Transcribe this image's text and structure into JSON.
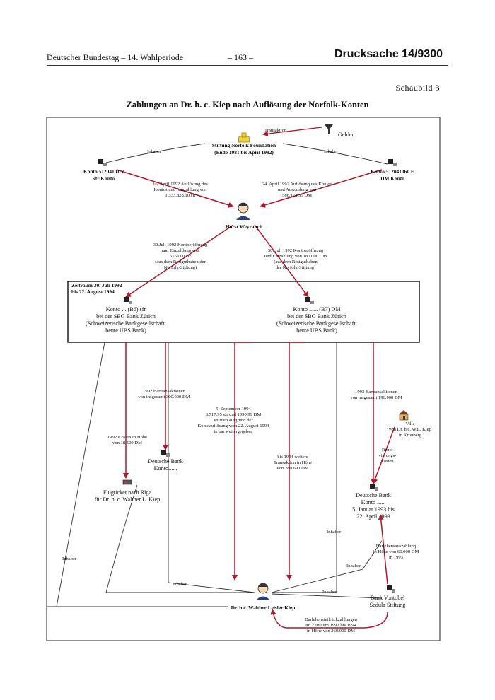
{
  "header": {
    "left": "Deutscher Bundestag – 14. Wahlperiode",
    "center": "– 163 –",
    "right": "Drucksache 14/9300"
  },
  "schaubild": "Schaubild 3",
  "title": "Zahlungen an Dr. h. c. Kiep nach Auflösung der Norfolk-Konten",
  "colors": {
    "red": "#b0172b",
    "line": "#333333"
  },
  "nodes": {
    "gelder": "Gelder",
    "stiftung": [
      "Stiftung Norfolk Foundation",
      "(Ende 1981 bis April 1992)"
    ],
    "konto_sfr": [
      "Konto 51204101 Y",
      "sfr Konto"
    ],
    "konto_dm": [
      "Konto 512041060 E",
      "DM Konto"
    ],
    "weyrauch": "Horst Weyrauch",
    "box_period": [
      "Zeitraum 30. Juli 1992",
      "bis 22. August 1994"
    ],
    "konto_b6": [
      "Konto ... (B6) sfr",
      "bei der SBG Bank Zürich",
      "(Schweizerische Bankgesellschaft;",
      "heute UBS Bank)"
    ],
    "konto_b7": [
      "Konto ...... (B7) DM",
      "bei der SBG Bank Zürich",
      "(Schweizerische Bankgesellschaft;",
      "heute UBS Bank)"
    ],
    "deutsche_bank_1": [
      "Deutsche Bank",
      "Konto......"
    ],
    "flugticket": [
      "Flugticket nach Riga",
      "für Dr. h. c. Walther L. Kiep"
    ],
    "villa": [
      "Villa",
      "von Dr. h.c. W.L. Kiep",
      "in Kronberg"
    ],
    "deutsche_bank_2": [
      "Deutsche Bank",
      "Konto ......",
      "5. Januar 1993 bis",
      "22. April 1993"
    ],
    "vontobel": [
      "Bank Vontobel",
      "Sedula Stiftung"
    ],
    "kiep": "Dr. h.c. Walther Leisler Kiep"
  },
  "labels": {
    "transaktion": "Transaktion",
    "inhaber": "Inhaber",
    "aufloesung_sfr": [
      "16. April 1992 Auflösung des",
      "Kontos und Auszahlung von",
      "1.333.828,10 sfr"
    ],
    "aufloesung_dm": [
      "24. April 1992 Auflösung des Kontos",
      "und Auszahlung von",
      "586.174,55 DM"
    ],
    "kontoeroeffnung_sfr": [
      "30.Juli 1992 Kontoeröffnung",
      "und Einzahlung von",
      "515.000 sfr",
      "(aus dem Restguthaben der",
      "Norfolk-Stiftung)"
    ],
    "kontoeroeffnung_dm": [
      "30. Juli 1992 Kontoeröffnung",
      "und Einzahlung von 180.000 DM",
      "(aus dem Restguthaben",
      "der Norfolk-Stiftung)"
    ],
    "bar_1992": [
      "1992 Bartransaktionen",
      "von insgesamt 300.000 DM"
    ],
    "kosten_1992": [
      "1992 Kosten in Höhe",
      "von 18.500 DM"
    ],
    "sept_1994": [
      "5. September 1994",
      "3.717,95 sfr und 1090,99 DM",
      "wurden aufgrund der",
      "Kontoauflösung vom 22. August 1994",
      "in bar weitergegeben"
    ],
    "bis_1994": [
      "bis 1994 weitere",
      "Transaktion in Höhe",
      "von 280.690 DM"
    ],
    "bar_1993": [
      "1993 Bartransaktionen",
      "von insgesamt 196.000 DM"
    ],
    "renovierung": [
      "Reno-",
      "vierungs-",
      "kosten"
    ],
    "darlehen_auszahlung": [
      "Darlehensauszahlung",
      "in Höhe von 60.000 DM",
      "in 1993"
    ],
    "darlehen_rueckzahlung": [
      "Darlehensteilrückzahlungen",
      "im Zeitraum 1992 bis 1994",
      "in Höhe von 260.000 DM"
    ]
  }
}
